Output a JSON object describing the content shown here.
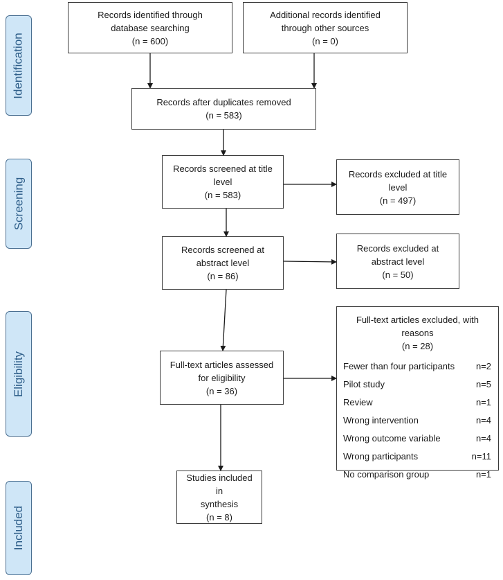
{
  "phases": {
    "identification": "Identification",
    "screening": "Screening",
    "eligibility": "Eligibility",
    "included": "Included"
  },
  "boxes": {
    "database": {
      "line1": "Records identified through",
      "line2": "database searching",
      "line3": "(n = 600)"
    },
    "other_sources": {
      "line1": "Additional records identified",
      "line2": "through other sources",
      "line3": "(n = 0)"
    },
    "duplicates_removed": {
      "line1": "Records after duplicates removed",
      "line2": "(n = 583)"
    },
    "title_screened": {
      "line1": "Records screened at title",
      "line2": "level",
      "line3": "(n = 583)"
    },
    "title_excluded": {
      "line1": "Records excluded at title",
      "line2": "level",
      "line3": "(n = 497)"
    },
    "abstract_screened": {
      "line1": "Records screened at",
      "line2": "abstract level",
      "line3": "(n = 86)"
    },
    "abstract_excluded": {
      "line1": "Records excluded at",
      "line2": "abstract level",
      "line3": "(n = 50)"
    },
    "fulltext_assessed": {
      "line1": "Full-text articles assessed",
      "line2": "for eligibility",
      "line3": "(n = 36)"
    },
    "included": {
      "line1": "Studies included in",
      "line2": "synthesis",
      "line3": "(n = 8)"
    }
  },
  "fulltext_excluded": {
    "line1": "Full-text articles excluded, with",
    "line2": "reasons",
    "line3": "(n = 28)",
    "reasons": [
      {
        "label": "Fewer than four participants",
        "count": "n=2"
      },
      {
        "label": "Pilot study",
        "count": "n=5"
      },
      {
        "label": "Review",
        "count": "n=1"
      },
      {
        "label": "Wrong intervention",
        "count": "n=4"
      },
      {
        "label": "Wrong outcome variable",
        "count": "n=4"
      },
      {
        "label": "Wrong participants",
        "count": "n=11"
      },
      {
        "label": "No comparison group",
        "count": "n=1"
      }
    ]
  }
}
